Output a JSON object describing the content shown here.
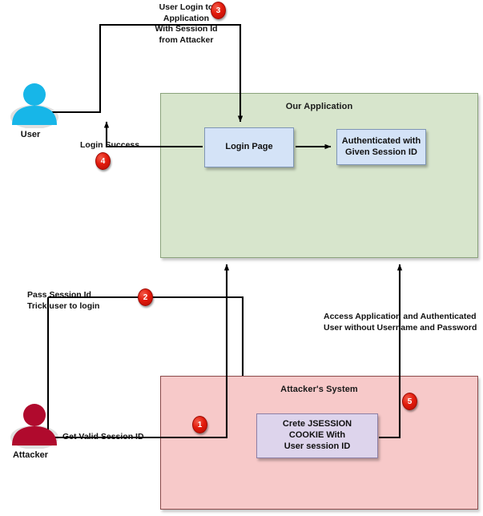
{
  "diagram": {
    "title": "Session Fixation Attack Flow",
    "zones": [
      {
        "id": "app",
        "label": "Our Application",
        "fill": "#d7e5cc",
        "stroke": "#8ba37c"
      },
      {
        "id": "attacker",
        "label": "Attacker's System",
        "fill": "#f7c9c9",
        "stroke": "#8a4a4a"
      }
    ],
    "actors": [
      {
        "id": "user",
        "label": "User",
        "color": "#17b6e8"
      },
      {
        "id": "attacker",
        "label": "Attacker",
        "color": "#b00a2d"
      }
    ],
    "nodes": [
      {
        "id": "login-page",
        "label": "Login Page",
        "fill": "#d4e3f7"
      },
      {
        "id": "authenticated",
        "label": "Authenticated with\nGiven Session ID",
        "fill": "#d4e3f7"
      },
      {
        "id": "jsession-cookie",
        "label": "Crete JSESSION\nCOOKIE With\nUser session ID",
        "fill": "#ddd4ec"
      }
    ],
    "steps": [
      {
        "number": "1",
        "label": "Get Valid Session ID"
      },
      {
        "number": "2",
        "label": "Pass Session Id\nTrick user to login"
      },
      {
        "number": "3",
        "label": "User Login to\nApplication\nWith Session Id\nfrom Attacker"
      },
      {
        "number": "4",
        "label": "Login Success"
      },
      {
        "number": "5",
        "label": "Access Application and Authenticated\nUser without Username and Password"
      }
    ],
    "badge_color": "#e21b0c",
    "wire_color": "#000000"
  }
}
